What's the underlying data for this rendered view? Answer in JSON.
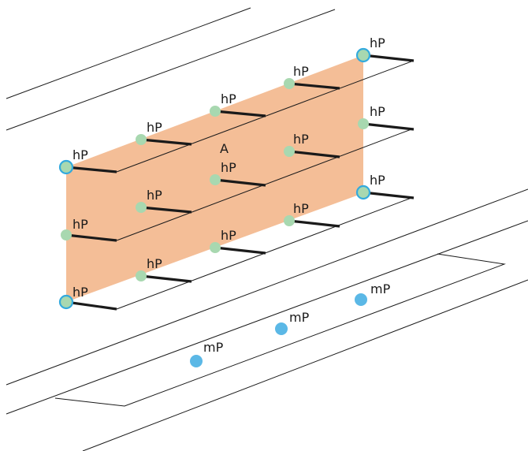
{
  "diagram": {
    "panel_label": "A",
    "hp_label": "hP",
    "mp_label": "mP",
    "colors": {
      "panel": "#f3b88e",
      "hp_fill": "#a8d8b0",
      "corner_ring": "#33aadd",
      "mp_fill": "#5bb8e6",
      "lines": "#1a1a1a"
    }
  }
}
